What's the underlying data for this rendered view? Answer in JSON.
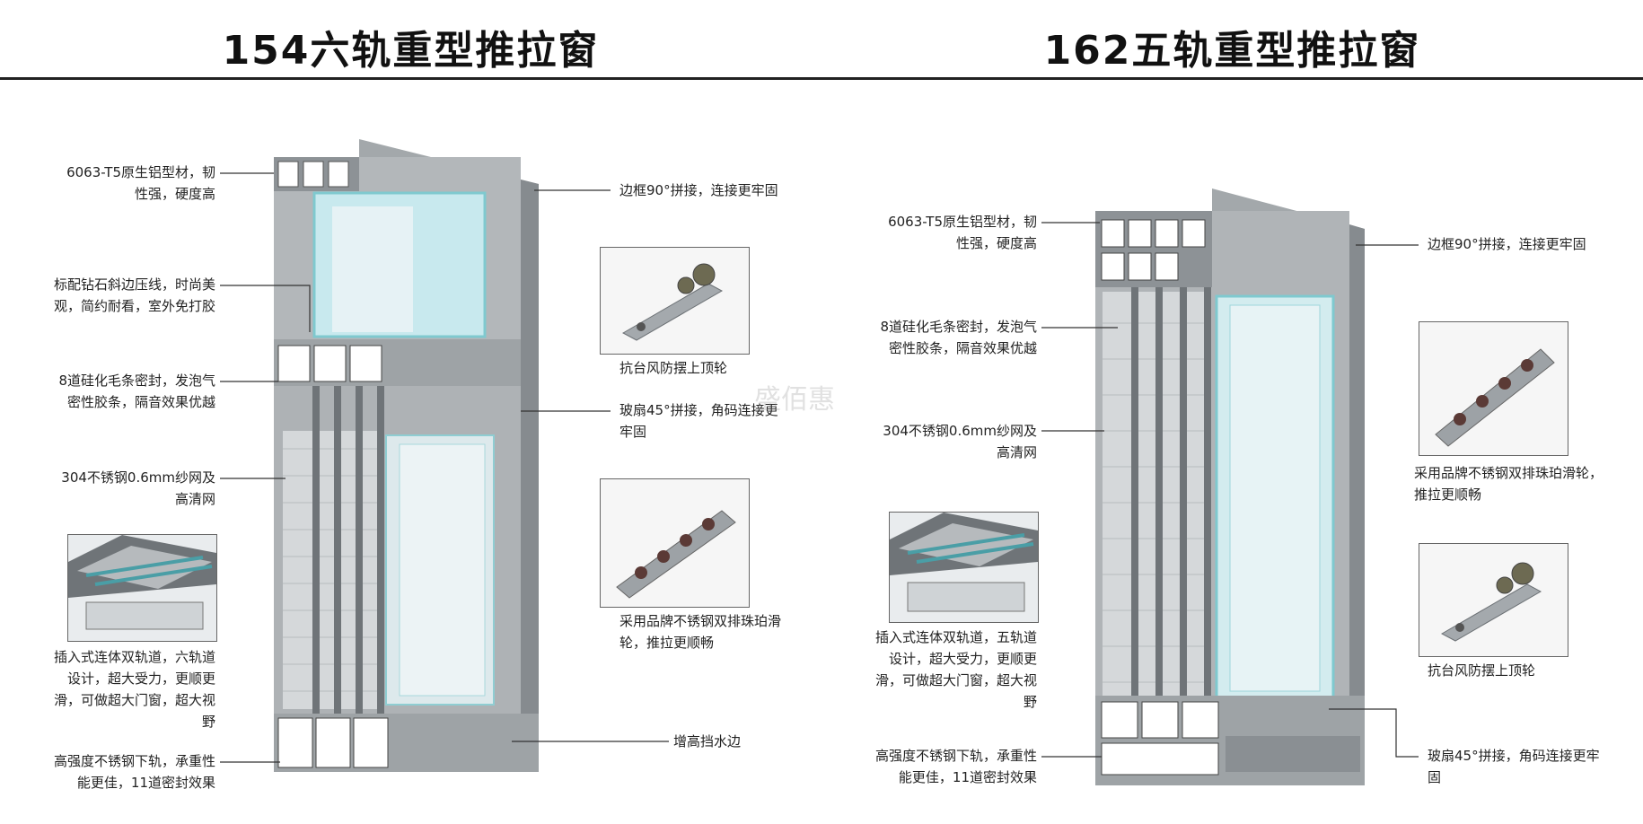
{
  "left": {
    "title": "154六轨重型推拉窗",
    "labels": {
      "profile": "6063-T5原生铝型材，韧性强，硬度高",
      "corner90": "边框90°拼接，连接更牢固",
      "hardware_top": "抗台风防摆上顶轮",
      "bevel": "标配钻石斜边压线，时尚美观，简约耐看，室外免打胶",
      "seal": "8道硅化毛条密封，发泡气密性胶条，隔音效果优越",
      "corner45": "玻扇45°拼接，角码连接更牢固",
      "screen": "304不锈钢0.6mm纱网及高清网",
      "track": "插入式连体双轨道，六轨道设计，超大受力，更顺更滑，可做超大门窗，超大视野",
      "pulley": "采用品牌不锈钢双排珠珀滑轮，推拉更顺畅",
      "rail": "高强度不锈钢下轨，承重性能更佳，11道密封效果",
      "sill": "增高挡水边"
    }
  },
  "right": {
    "title": "162五轨重型推拉窗",
    "labels": {
      "profile": "6063-T5原生铝型材，韧性强，硬度高",
      "corner90": "边框90°拼接，连接更牢固",
      "seal": "8道硅化毛条密封，发泡气密性胶条，隔音效果优越",
      "screen": "304不锈钢0.6mm纱网及高清网",
      "pulley": "采用品牌不锈钢双排珠珀滑轮，推拉更顺畅",
      "hardware_top": "抗台风防摆上顶轮",
      "track": "插入式连体双轨道，五轨道设计，超大受力，更顺更滑，可做超大门窗，超大视野",
      "rail": "高强度不锈钢下轨，承重性能更佳，11道密封效果",
      "corner45": "玻扇45°拼接，角码连接更牢固"
    }
  },
  "watermark": "盛佰惠",
  "colors": {
    "aluminum": "#9ea3a6",
    "aluminum_dark": "#7f8488",
    "glass": "#b9e6ea",
    "mesh": "#d9dcdf",
    "line": "#333333"
  }
}
